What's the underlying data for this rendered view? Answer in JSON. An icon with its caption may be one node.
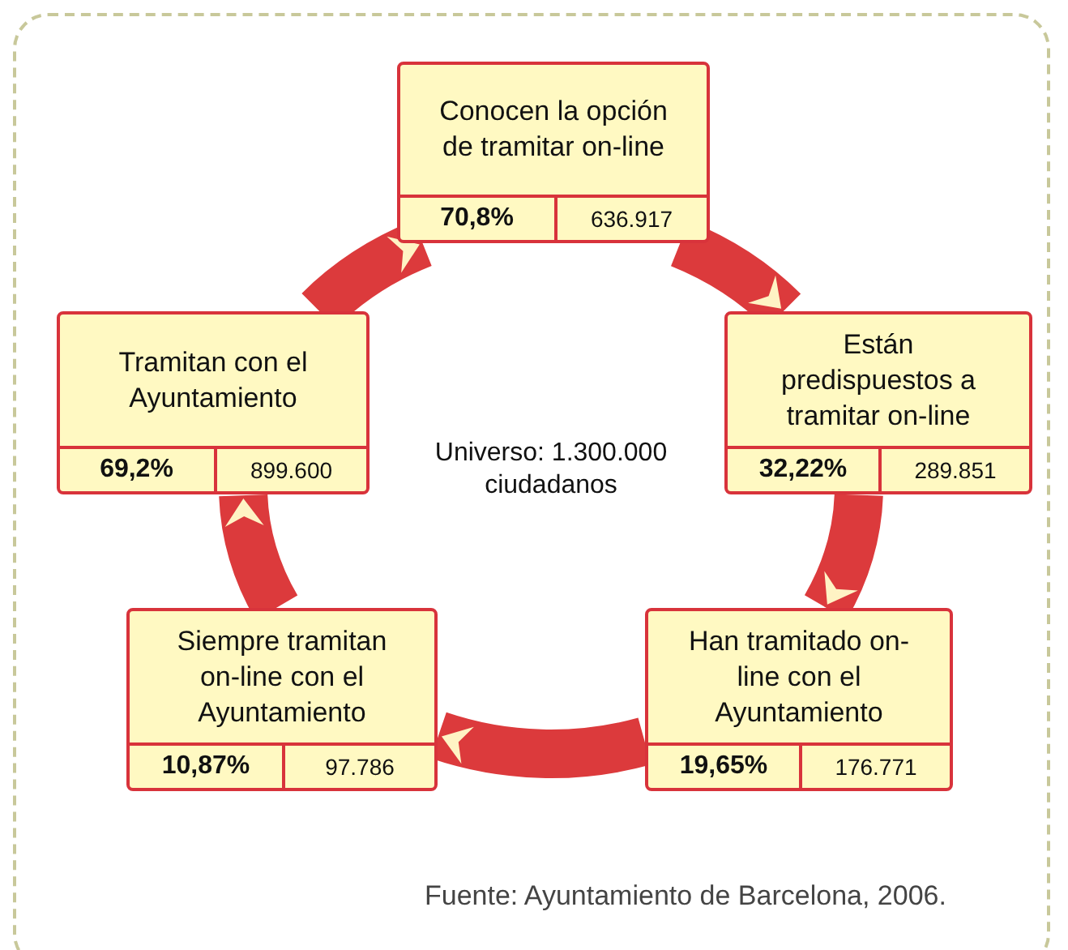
{
  "diagram": {
    "caption": "Fuente: Ayuntamiento de Barcelona, 2006.",
    "nodes": [
      {
        "text": [
          "Conocen la opción de tramitar on-line",
          "70,8%",
          "636.917"
        ]
      },
      {
        "text": [
          "Están predispuestos a tramitar on-line",
          "32,22%",
          "289.851"
        ]
      },
      {
        "text": [
          "Han tramitado on-line con el Ayuntamiento",
          "19,65%",
          "176.771"
        ]
      },
      {
        "text": [
          "Siempre tramitan on-line con el Ayuntamiento",
          "10,87%",
          "97.786"
        ]
      },
      {
        "text": [
          "Tramitan con el Ayuntamiento",
          "69,2%",
          "899.600"
        ]
      }
    ],
    "edges": [
      {
        "from": 0,
        "to": 1,
        "arrow": "to"
      },
      {
        "from": 1,
        "to": 2,
        "arrow": "to"
      },
      {
        "from": 2,
        "to": 3,
        "arrow": "to"
      },
      {
        "from": 3,
        "to": 4,
        "arrow": "to"
      },
      {
        "from": 4,
        "to": 0,
        "arrow": "to"
      }
    ],
    "labels": [
      "Universo: 1.300.000 ciudadanos"
    ]
  }
}
